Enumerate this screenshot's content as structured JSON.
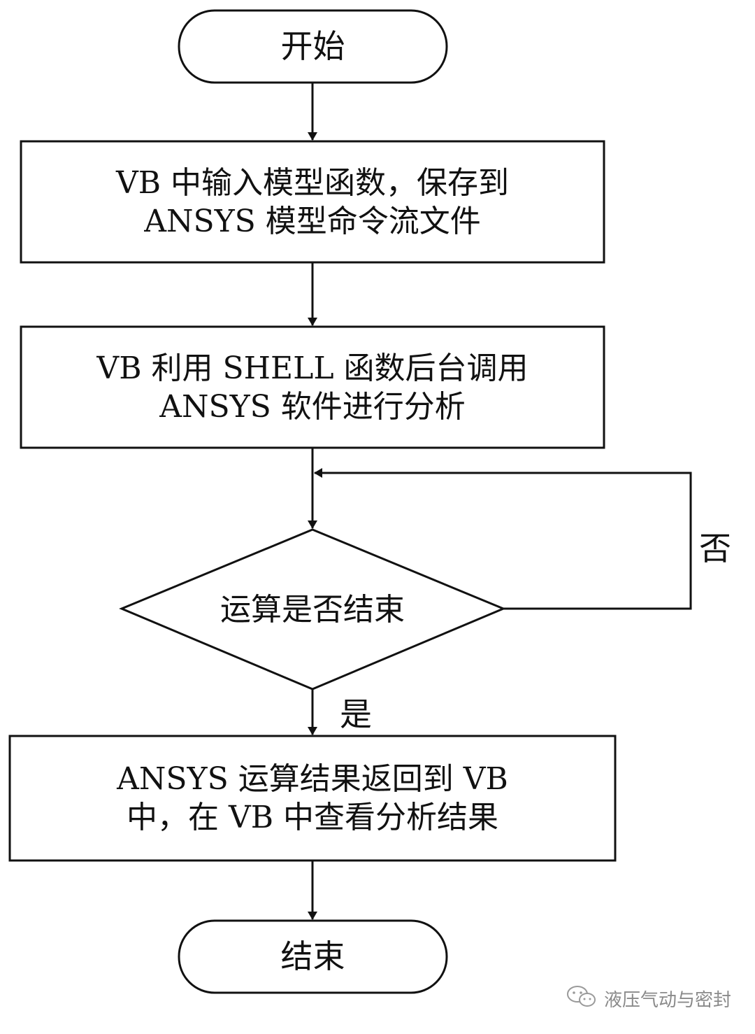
{
  "nodes": {
    "start": "开始",
    "step1": {
      "line1": "VB 中输入模型函数，保存到",
      "line2": "ANSYS 模型命令流文件"
    },
    "step2": {
      "line1": "VB 利用 SHELL 函数后台调用",
      "line2": "ANSYS 软件进行分析"
    },
    "decision": "运算是否结束",
    "step3": {
      "line1": "ANSYS 运算结果返回到 VB",
      "line2": "中，在 VB 中查看分析结果"
    },
    "end": "结束"
  },
  "edge_labels": {
    "no": "否",
    "yes": "是"
  },
  "watermark": {
    "text": "液压气动与密封",
    "icon": "wechat-icon"
  },
  "colors": {
    "stroke": "#111111",
    "background": "#ffffff",
    "watermark": "#8a8a8a"
  }
}
